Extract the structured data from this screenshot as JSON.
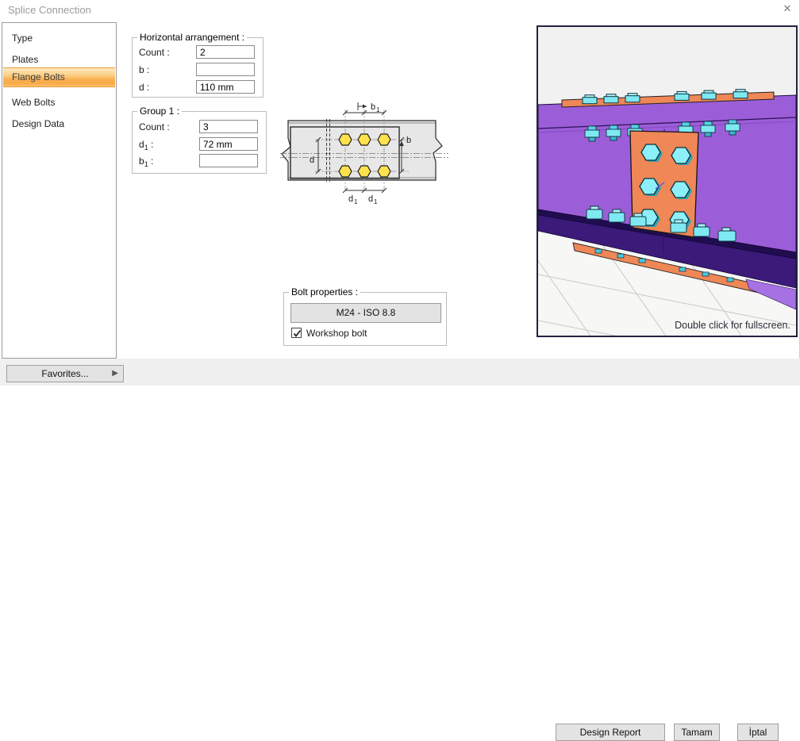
{
  "window": {
    "title": "Splice Connection",
    "close_icon": "✕"
  },
  "sidebar": {
    "items": [
      {
        "label": "Type",
        "selected": false
      },
      {
        "label": "Plates",
        "selected": false
      },
      {
        "label": "Flange Bolts",
        "selected": true
      },
      {
        "label": "Web Bolts",
        "selected": false
      },
      {
        "label": "Design Data",
        "selected": false
      }
    ]
  },
  "groups": {
    "horizontal": {
      "legend": "Horizontal arrangement :",
      "fields": [
        {
          "base": "Count",
          "sub": "",
          "suffix": " :",
          "value": "2"
        },
        {
          "base": "b",
          "sub": "",
          "suffix": " :",
          "value": ""
        },
        {
          "base": "d",
          "sub": "",
          "suffix": " :",
          "value": "110 mm"
        }
      ]
    },
    "group1": {
      "legend": "Group 1 :",
      "fields": [
        {
          "base": "Count",
          "sub": "",
          "suffix": " :",
          "value": "3"
        },
        {
          "base": "d",
          "sub": "1",
          "suffix": " :",
          "value": "72 mm"
        },
        {
          "base": "b",
          "sub": "1",
          "suffix": " :",
          "value": ""
        }
      ]
    },
    "bolt": {
      "legend": "Bolt properties :",
      "button_label": "M24 - ISO 8.8",
      "checkbox_label": "Workshop bolt",
      "checkbox_checked": true
    }
  },
  "diagram": {
    "labels": {
      "b1_base": "b",
      "b1_sub": "1",
      "b": "b",
      "d": "d",
      "d1a_base": "d",
      "d1a_sub": "1",
      "d1b_base": "d",
      "d1b_sub": "1"
    }
  },
  "viewport": {
    "hint": "Double click for fullscreen."
  },
  "footer": {
    "favorites_label": "Favorites...",
    "favorites_arrow": "▶",
    "design_report_label": "Design Report",
    "ok_label": "Tamam",
    "cancel_label": "İptal"
  },
  "colors": {
    "selection_border": "#e89a3c",
    "selection_fill": "#f8aa47",
    "beam_purple": "#9c5ed8",
    "flange_dark_purple": "#3b1a7a",
    "plate_orange": "#ef8757",
    "bolt_cyan": "#7fe9f2",
    "diagram_bolt_yellow": "#ffe24e"
  }
}
